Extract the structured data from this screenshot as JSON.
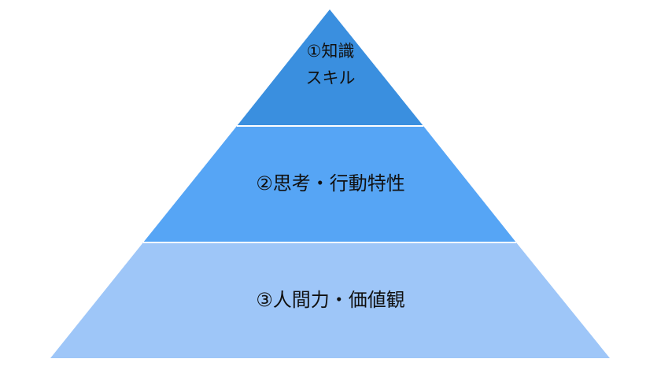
{
  "pyramid": {
    "tiers": [
      {
        "lines": [
          "①知識",
          "スキル"
        ],
        "color": "#3a8fdf"
      },
      {
        "lines": [
          "②思考・行動特性"
        ],
        "color": "#56a5f5"
      },
      {
        "lines": [
          "③人間力・価値観"
        ],
        "color": "#9ec6f8"
      }
    ],
    "divider_color": "#ffffff"
  }
}
